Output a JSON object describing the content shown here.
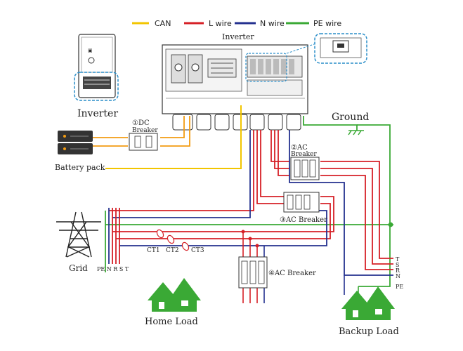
{
  "legend": {
    "can": "CAN",
    "l_wire": "L wire",
    "n_wire": "N wire",
    "pe_wire": "PE wire"
  },
  "colors": {
    "can": "#f2c500",
    "l_wire": "#d62027",
    "n_wire": "#24318f",
    "pe_wire": "#3aa935",
    "battery_dc": "#f39c12",
    "house": "#3aa935",
    "highlight": "#2a8ec9"
  },
  "labels": {
    "inverter_top": "Inverter",
    "inverter_left": "Inverter",
    "ground": "Ground",
    "battery_pack": "Battery pack",
    "dc_breaker_num": "①DC",
    "dc_breaker": "Breaker",
    "ac_breaker2_num": "②AC",
    "ac_breaker2": "Breaker",
    "ac_breaker3": "③AC Breaker",
    "ac_breaker4": "④AC Breaker",
    "ct1": "CT1",
    "ct2": "CT2",
    "ct3": "CT3",
    "grid": "Grid",
    "grid_phases": "PE N R S T",
    "home_load": "Home Load",
    "backup_load": "Backup Load",
    "backup_phases": [
      "T",
      "S",
      "R",
      "N",
      "PE"
    ]
  },
  "icons": [
    "inverter-icon",
    "ethernet-port-icon",
    "battery-icon",
    "transmission-tower-icon",
    "ground-icon",
    "house-icon"
  ]
}
